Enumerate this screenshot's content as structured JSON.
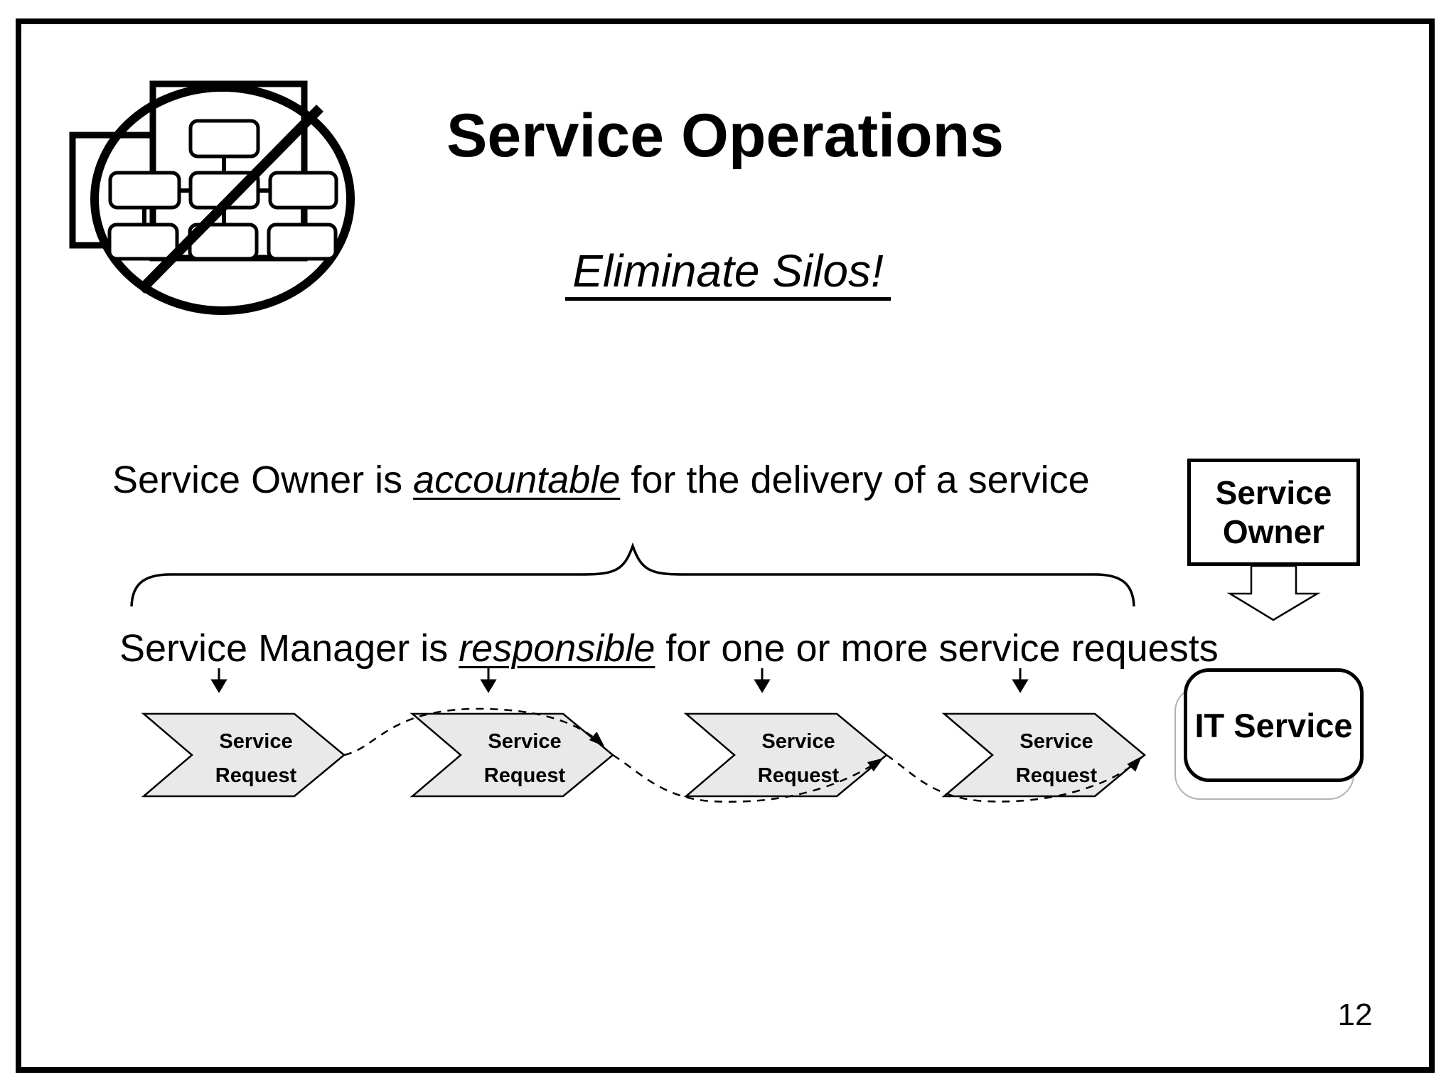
{
  "slide": {
    "title": "Service Operations",
    "subtitle": "Eliminate Silos!",
    "page_number": "12"
  },
  "statements": {
    "owner": {
      "prefix": "Service Owner is ",
      "keyword": "accountable",
      "suffix": " for the delivery of a service"
    },
    "manager": {
      "prefix": "Service Manager is ",
      "keyword": "responsible",
      "suffix": " for one or more service requests"
    }
  },
  "flow": {
    "chevrons": [
      {
        "line1": "Service",
        "line2": "Request"
      },
      {
        "line1": "Service",
        "line2": "Request"
      },
      {
        "line1": "Service",
        "line2": "Request"
      },
      {
        "line1": "Service",
        "line2": "Request"
      }
    ],
    "it_service_label": "IT Service"
  },
  "owner_box": {
    "line1": "Service",
    "line2": "Owner"
  },
  "icons": {
    "top_left": "no-org-chart-icon (org chart inside crossed-out ellipse over two pages)"
  },
  "colors": {
    "ink": "#000000",
    "chevron_fill": "#e9e9e9",
    "shadow_gray": "#b3b3b3",
    "background": "#ffffff"
  }
}
